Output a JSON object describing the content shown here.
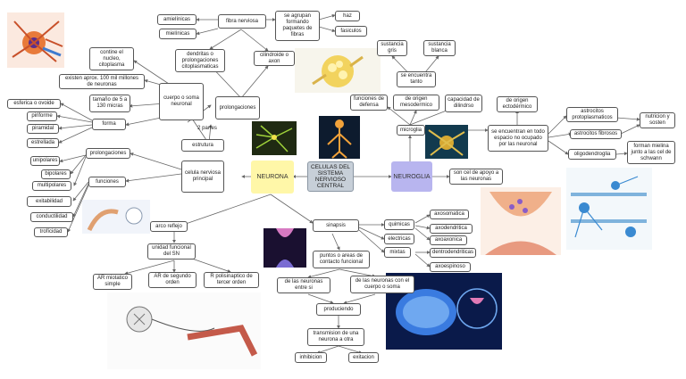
{
  "nodes": {
    "amielinicas": "amielínicas",
    "mielinicas": "mielínicas",
    "fibra_nerviosa": "fibra nerviosa",
    "se_agrupan": "se agrupan formando paquetes de fibras",
    "haz": "haz",
    "fasiculos": "fasiculos",
    "dendritas": "dendritas o prolongaciones citoplasmaticas",
    "cilindroide": "cilindroide o axon",
    "contine_nucleo": "contine el nucleo, citoplasma",
    "existen": "existen aprox. 100 mil millones de neuronas",
    "tamano": "tamaño de 5 a 130 micras",
    "esferica": "esferica  o ovoide",
    "piriforme": "piriforme",
    "piramidal": "piramidal",
    "estrellada": "estrellada",
    "forma": "forma",
    "cuerpo_soma": "cuerpo o soma neuronal",
    "prolongaciones_top": "prolongaciones",
    "dos_partes": "2 partes",
    "estrutura": "estrutura",
    "unipolares": "unipolares",
    "bipolares": "bipolares",
    "multipolares": "multipolares",
    "prolongaciones_left": "prolongaciones",
    "funciones_left": "funciones",
    "celula_nerviosa": "celula nerviosa principal",
    "excitabilidad": "exitabilidad",
    "conductilidad": "conductilidad",
    "trofocidad": "trofícidad",
    "neurona": "NEURONA",
    "central": "CELULAS DEL SISTEMA NERVIOSO CENTRAL",
    "neuroglia": "NEUROGLIA",
    "sustancia_gris": "sustancia gris",
    "sustancia_blanca": "sustancia blanca",
    "se_encuentra": "se encuentra tanto",
    "funciones_defensa": "funciones de defensa",
    "de_origen_meso": "de origen mesodermico",
    "capacidad": "capacidad de dilindrso",
    "de_origen_ecto": "de origen ectodérmico",
    "microglia": "microglia",
    "se_encuentran_espacio": "se encuentran en todo espacio no ocupado por las neuronal",
    "astrocitos_proto": "astrocitos protoplasmaticos",
    "astrocitos_fibrosos": "astrocitos fibrosos",
    "nutricion": "nutricion y sosten",
    "oligodendroglia": "oligodendroglia",
    "forman_mielina": "forman mielina junto a las cel de schwann",
    "son_cel_apoyo": "son cel de apoyo a las neuronas",
    "arco_reflejo": "arco reflejo",
    "unidad_funcional": "unidad funcional del SN",
    "ar_mioatico": "AR miotatico simple",
    "ar_segundo": "AR de segundo orden",
    "r_polisinaptico": "R polisinaptico de tercer orden",
    "sinapsis": "sinapsis",
    "quimicas": "quimicas",
    "electricas": "electricas",
    "mixtas": "mixtas",
    "axosomatica": "axosomatica",
    "axodendritica": "axodendritica",
    "axoaxonica": "axoaxonica",
    "dentrodendriticas": "dentrodendriticas",
    "axoespinoso": "axoespinoso",
    "puntos_contacto": "puntos o areas de contacto funcional",
    "de_las_neuronas_entre": "de las neuronas entre si",
    "de_las_neuronas_cuerpo": "de las neuronas con el cuerpo o soma",
    "produciendo": "produciendo",
    "transmision": "transmision de una neurona a otra",
    "inhibicion": "inhibicion",
    "excitacion": "exitacion"
  },
  "colors": {
    "neurona_fill": "#fff7a8",
    "neuroglia_fill": "#b8b5ef",
    "central_fill": "#c7cfd8",
    "line": "#666666"
  }
}
